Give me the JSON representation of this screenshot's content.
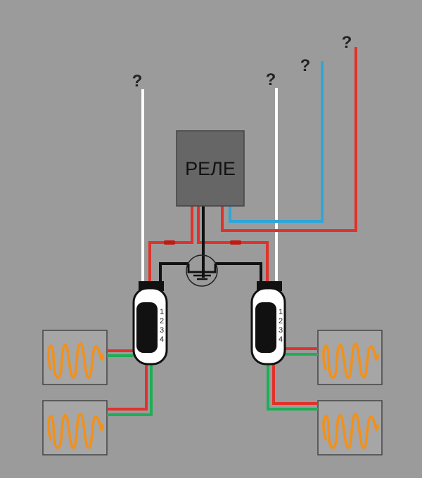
{
  "relay": {
    "label": "РЕЛЕ"
  },
  "unknown_marks": [
    "?",
    "?",
    "?",
    "?"
  ],
  "connector_left": {
    "pins": [
      "1",
      "2",
      "3",
      "4"
    ]
  },
  "connector_right": {
    "pins": [
      "1",
      "2",
      "3",
      "4"
    ]
  },
  "colors": {
    "background": "#9b9b9b",
    "relay": "#666666",
    "red": "#e0322a",
    "blue": "#2fa6d8",
    "green": "#1fae55",
    "white": "#ffffff",
    "black": "#111111",
    "heater": "#f39018",
    "heater_box": "#a6a6a6"
  }
}
